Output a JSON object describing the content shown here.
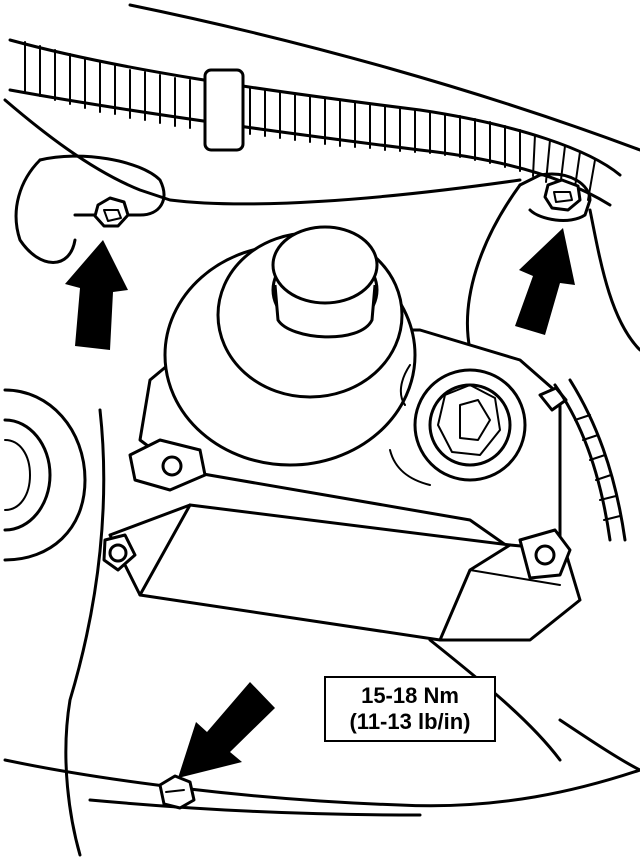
{
  "diagram": {
    "torque_spec": {
      "line1": "15-18 Nm",
      "line2": "(11-13 lb/in)"
    },
    "arrows": [
      "fastener-arrow",
      "fastener-arrow",
      "fastener-arrow"
    ],
    "colors": {
      "ink": "#000000",
      "paper": "#ffffff"
    }
  }
}
